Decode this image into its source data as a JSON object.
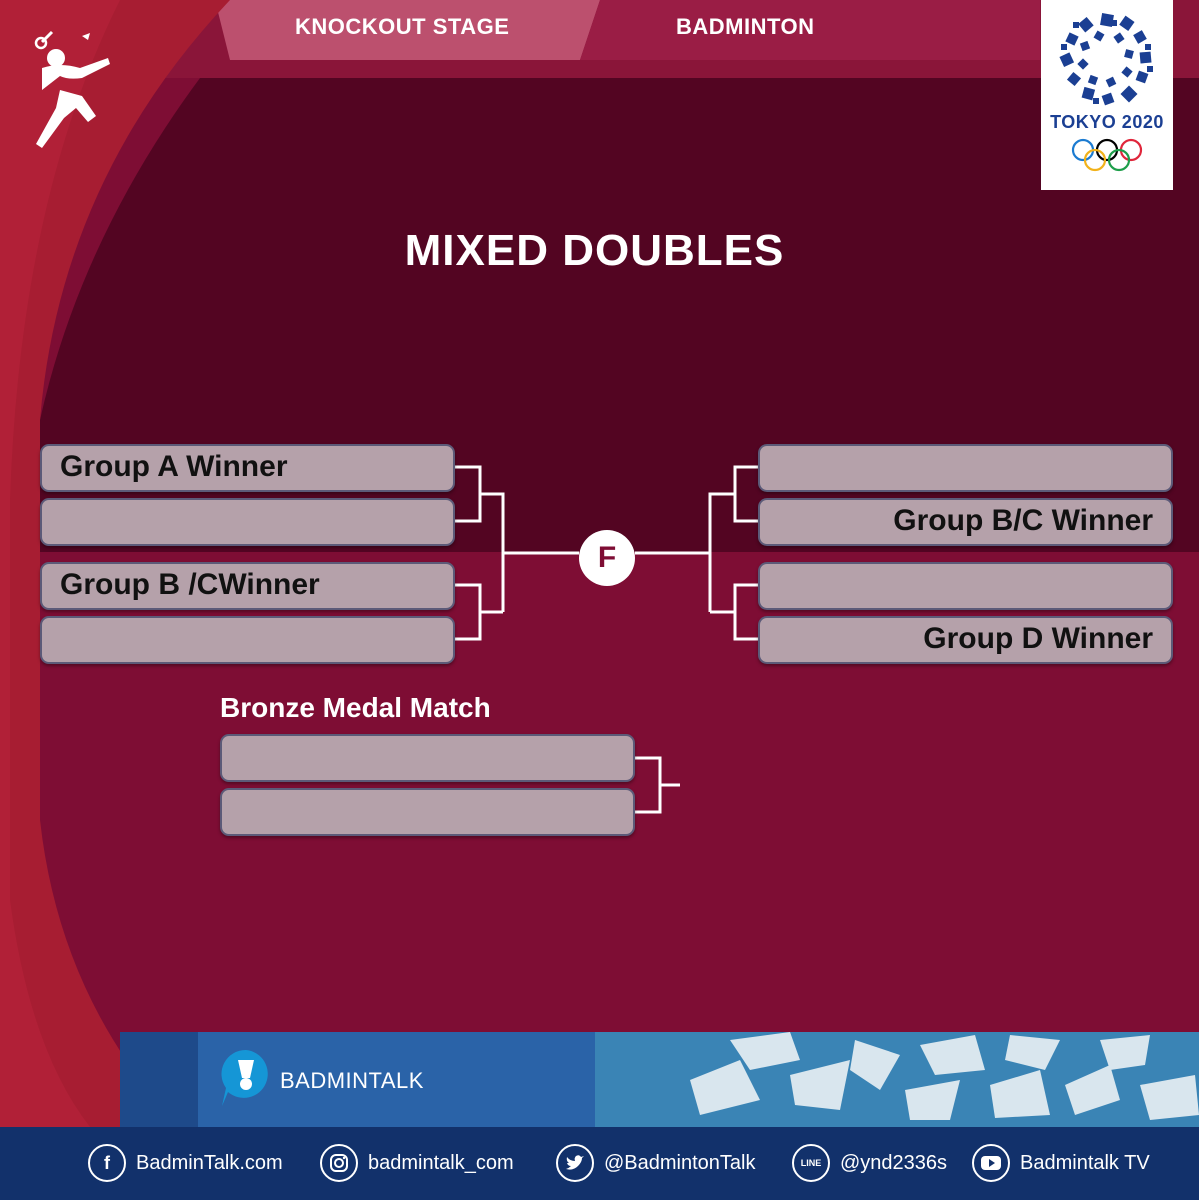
{
  "header": {
    "tab_left": "KNOCKOUT STAGE",
    "tab_right": "BADMINTON",
    "sport_icon": "badminton-player-icon"
  },
  "logo": {
    "text": "TOKYO 2020",
    "emblem": "tokyo-2020-emblem",
    "rings": "olympic-rings"
  },
  "title": "MIXED DOUBLES",
  "bracket": {
    "left": [
      "Group A Winner",
      "",
      "Group B /CWinner",
      ""
    ],
    "right": [
      "",
      "Group B/C Winner",
      "",
      "Group D Winner"
    ],
    "final_label": "F"
  },
  "bronze": {
    "label": "Bronze Medal Match",
    "slots": [
      "",
      ""
    ]
  },
  "brand": {
    "name": "BADMINTALK",
    "icon": "shuttlecock-bubble-icon"
  },
  "social": [
    {
      "icon": "facebook-icon",
      "text": "BadminTalk.com"
    },
    {
      "icon": "instagram-icon",
      "text": "badmintalk_com"
    },
    {
      "icon": "twitter-icon",
      "text": "@BadmintonTalk"
    },
    {
      "icon": "line-icon",
      "icon_text": "LINE",
      "text": "@ynd2336s"
    },
    {
      "icon": "youtube-icon",
      "text": "Badmintalk TV"
    }
  ],
  "colors": {
    "background": "#7e0d34",
    "dark_panel": "#530522",
    "box_fill": "#b5a1aa",
    "box_border": "#5c5a78",
    "footer_blue": "#12316b",
    "emblem_blue": "#1b3f93"
  }
}
